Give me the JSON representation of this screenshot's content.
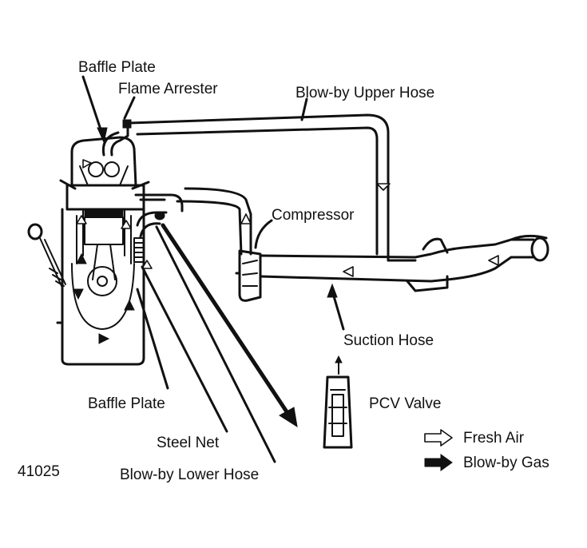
{
  "labels": {
    "baffle_plate_top": "Baffle Plate",
    "flame_arrester": "Flame Arrester",
    "blowby_upper_hose": "Blow-by Upper Hose",
    "compressor": "Compressor",
    "suction_hose": "Suction Hose",
    "pcv_valve": "PCV Valve",
    "baffle_plate_bottom": "Baffle Plate",
    "steel_net": "Steel Net",
    "blowby_lower_hose": "Blow-by Lower Hose",
    "figure_number": "41025"
  },
  "legend": {
    "fresh_air": "Fresh Air",
    "blowby_gas": "Blow-by Gas"
  }
}
